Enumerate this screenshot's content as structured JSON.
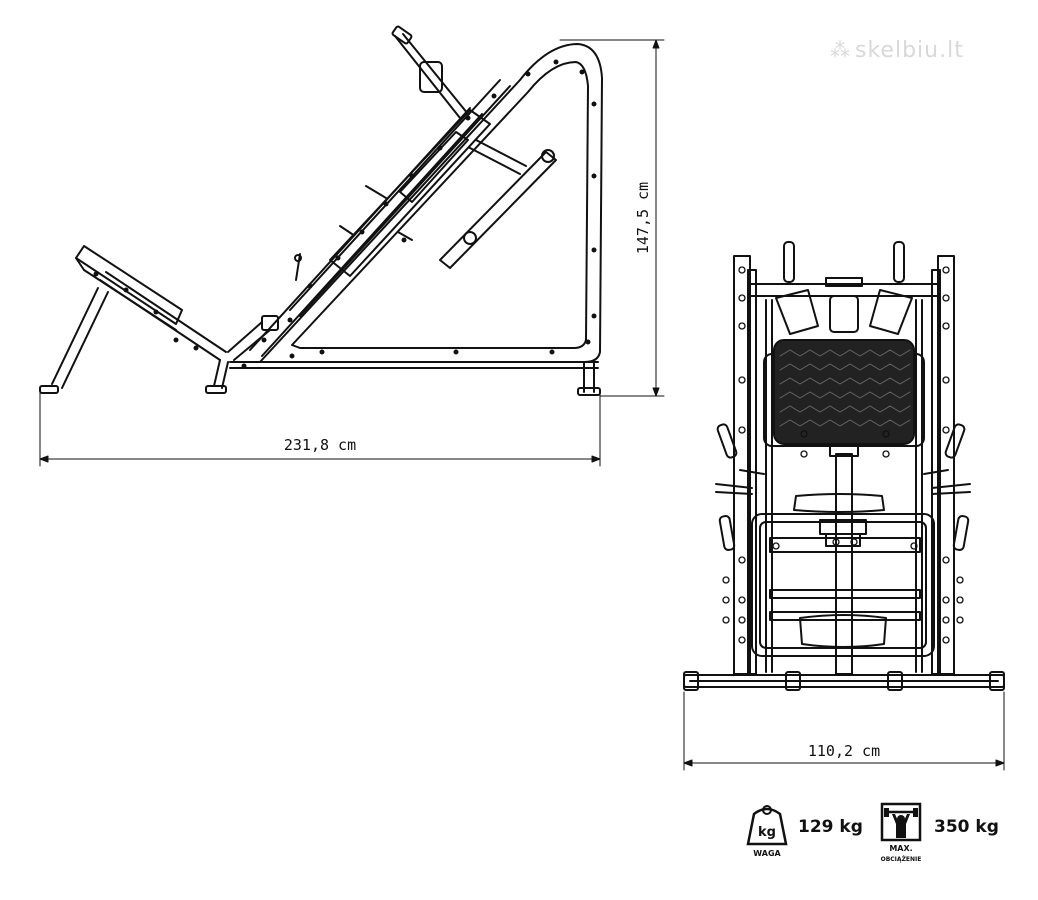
{
  "watermark": {
    "text": "skelbiu.lt"
  },
  "dimensions": {
    "length": "231,8 cm",
    "height": "147,5 cm",
    "width": "110,2 cm"
  },
  "specs": {
    "weight": {
      "icon": "kg",
      "caption": "WAGA",
      "value": "129 kg"
    },
    "max_load": {
      "caption_top": "MAX.",
      "caption_bottom": "OBCIĄŻENIE",
      "value": "350 kg"
    }
  },
  "colors": {
    "line": "#111111",
    "seat_fill": "#222222",
    "watermark": "#d8d8d8"
  }
}
